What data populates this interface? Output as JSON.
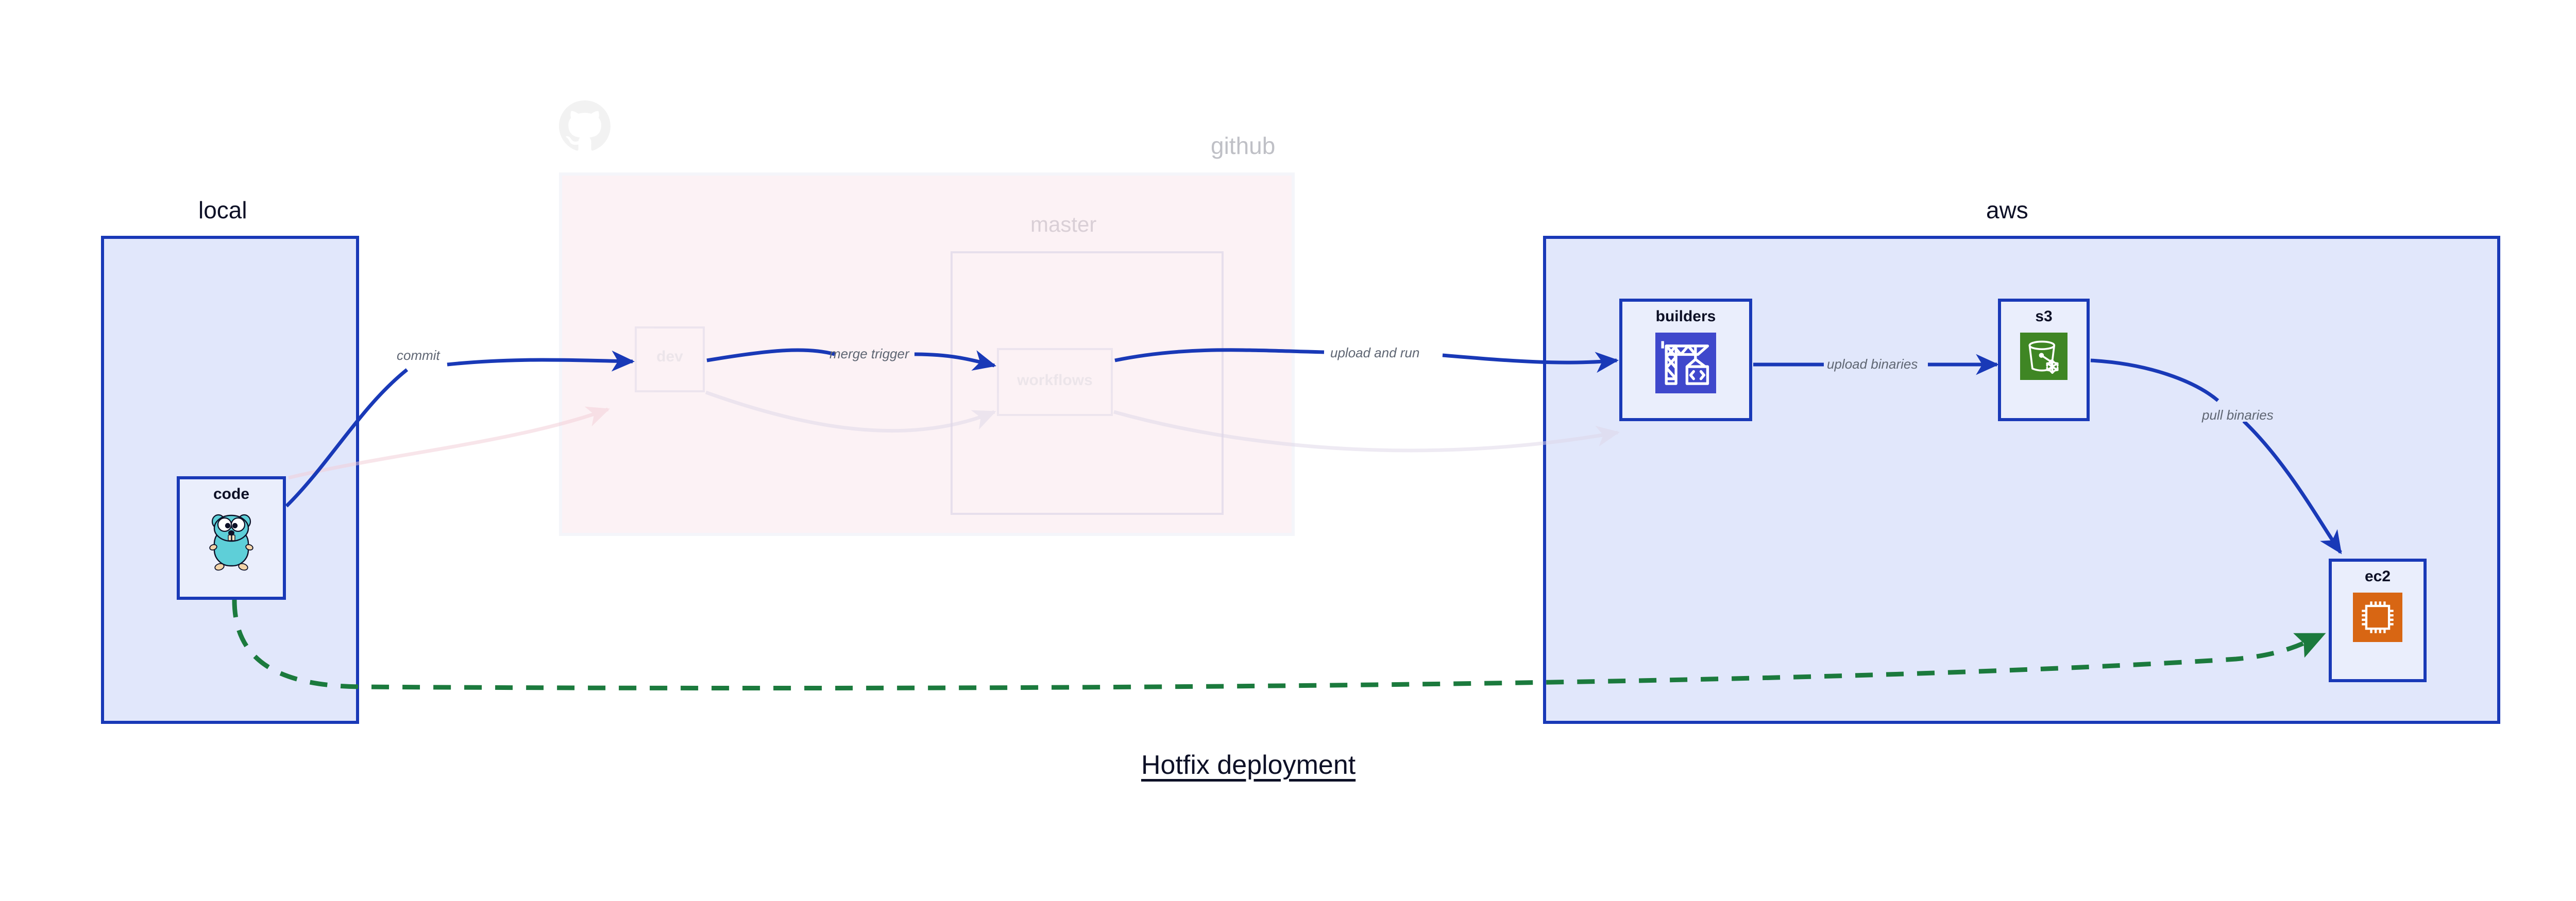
{
  "diagram": {
    "title": "Hotfix deployment",
    "background": "#ffffff",
    "accent_blue": "#1939b7",
    "group_fill_blue": "#e1e7fb",
    "group_fill_pink": "#fae3e9",
    "edge_label_color": "#5f6673",
    "dashed_edge_color": "#1b7a3d"
  },
  "groups": {
    "local": {
      "label": "local"
    },
    "github": {
      "label": "github",
      "dimmed": true
    },
    "master": {
      "label": "master",
      "dimmed": true
    },
    "aws": {
      "label": "aws"
    }
  },
  "nodes": {
    "code": {
      "label": "code",
      "icon": "go-gopher-icon",
      "dimmed": false
    },
    "dev": {
      "label": "dev",
      "icon": "none",
      "dimmed": true
    },
    "workflows": {
      "label": "workflows",
      "icon": "none",
      "dimmed": true
    },
    "builders": {
      "label": "builders",
      "icon": "aws-codebuild-icon",
      "dimmed": false,
      "icon_color": "#3f48cc"
    },
    "s3": {
      "label": "s3",
      "icon": "aws-s3-glacier-icon",
      "dimmed": false,
      "icon_color": "#3f8624"
    },
    "ec2": {
      "label": "ec2",
      "icon": "aws-ec2-icon",
      "dimmed": false,
      "icon_color": "#d86613"
    }
  },
  "edges": [
    {
      "id": "commit",
      "from": "code",
      "to": "dev",
      "label": "commit",
      "style": "solid",
      "color": "#1939b7"
    },
    {
      "id": "merge-trigger",
      "from": "dev",
      "to": "workflows",
      "label": "merge trigger",
      "style": "solid",
      "color": "#1939b7"
    },
    {
      "id": "upload-and-run",
      "from": "workflows",
      "to": "builders",
      "label": "upload and run",
      "style": "solid",
      "color": "#1939b7"
    },
    {
      "id": "upload-binaries",
      "from": "builders",
      "to": "s3",
      "label": "upload binaries",
      "style": "solid",
      "color": "#1939b7"
    },
    {
      "id": "pull-binaries",
      "from": "s3",
      "to": "ec2",
      "label": "pull binaries",
      "style": "solid",
      "color": "#1939b7"
    },
    {
      "id": "hotfix-direct",
      "from": "code",
      "to": "ec2",
      "label": "",
      "style": "dashed",
      "color": "#1b7a3d"
    }
  ],
  "watermarks": {
    "github_logo": "github-octocat-icon"
  }
}
